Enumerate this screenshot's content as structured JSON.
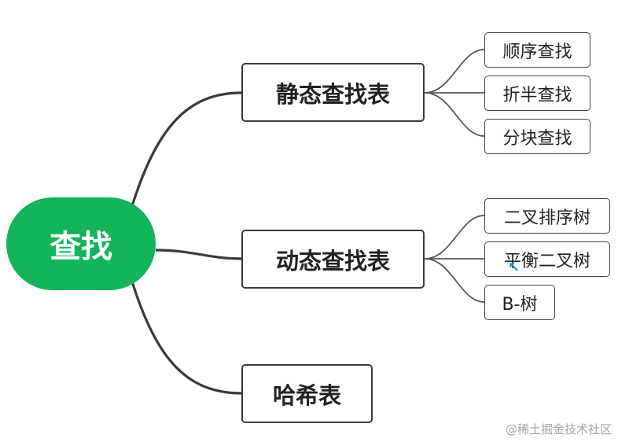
{
  "root": {
    "label": "查找"
  },
  "branches": [
    {
      "label": "静态查找表",
      "children": [
        "顺序查找",
        "折半查找",
        "分块查找"
      ]
    },
    {
      "label": "动态查找表",
      "children": [
        "二叉排序树",
        "平衡二叉树",
        "B-树"
      ]
    },
    {
      "label": "哈希表",
      "children": []
    }
  ],
  "watermark": "@稀土掘金技术社区",
  "colors": {
    "root_fill": "#13b45c",
    "branch_link": "#3a3a3a",
    "leaf_link": "#555555",
    "text": "#222222"
  },
  "icons": [
    "mouse-cursor-icon"
  ]
}
